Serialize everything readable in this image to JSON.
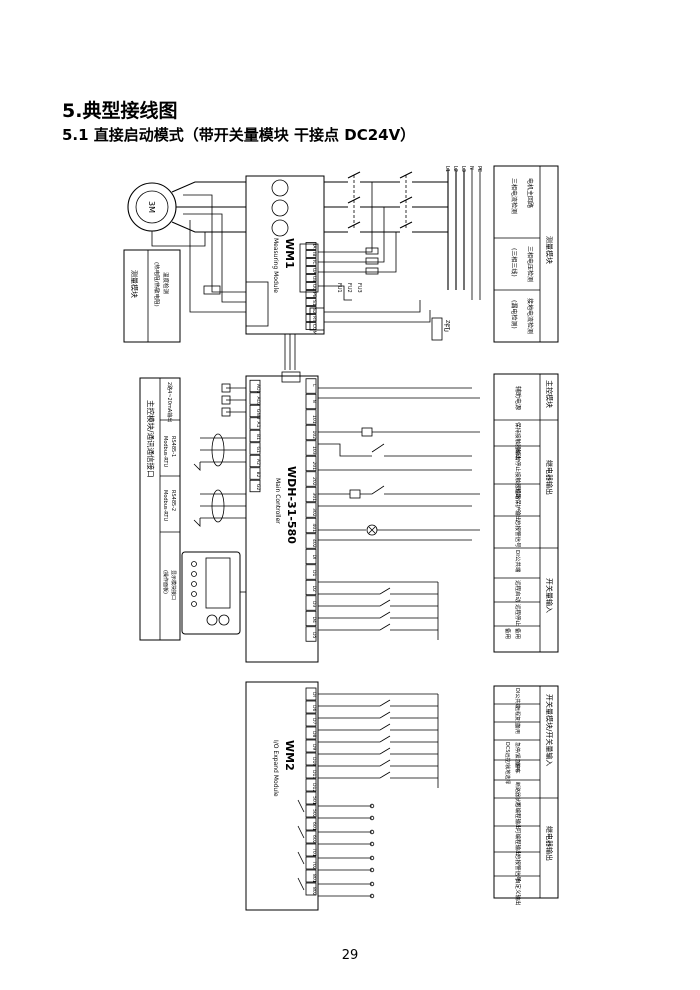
{
  "heading": "5.典型接线图",
  "subheading": "5.1 直接启动模式（带开关量模块 干接点 DC24V）",
  "page_number": "29",
  "modules": {
    "wm1": {
      "name": "WM1",
      "subtitle": "Measuring Module"
    },
    "main": {
      "name": "WDH-31-580",
      "subtitle": "Main Controller"
    },
    "wm2": {
      "name": "WM2",
      "subtitle": "I/O Expand Module"
    }
  },
  "motor": {
    "label": "3M"
  },
  "left_labels": {
    "measure": {
      "title": "测量模块",
      "sub1": "温度检测",
      "sub2": "(热电阻/热敏电阻)"
    },
    "comm": {
      "title": "主控模块/通讯通信接口",
      "a": "2路4~20mA输出",
      "b": "RS485-1",
      "c": "Modbus-RTU",
      "d": "RS485-2",
      "e": "Modbus-RTU"
    },
    "display": {
      "a": "显示模块接口",
      "b": "(操作面板)"
    }
  },
  "right_table_1": {
    "title": "测量模块",
    "rows": [
      "电机主回路",
      "三相电流检测",
      "三相电压检测",
      "(三相三线)",
      "接地电流检测",
      "(漏电检测)"
    ]
  },
  "right_table_2": {
    "title": "主控模块",
    "power": "辅助电源",
    "relay_title": "继电器输出",
    "relay_rows": [
      "保持接触器输出",
      "启动/停止接触器输出",
      "短路保护输出",
      "总报警信号"
    ],
    "di_title": "开关量输入",
    "di_rows": [
      "DI公共端",
      "远程启动",
      "远程停止",
      "备用",
      "备用"
    ]
  },
  "right_table_3": {
    "title": "开关量模块/开关量输入",
    "di_rows": [
      "DI公共端",
      "远程复位",
      "备用",
      "急停/紧急停车",
      "DCS远控/就地选择",
      "备用",
      "断路器状态"
    ],
    "relay_title": "继电器输出",
    "relay_rows": [
      "可编程输出",
      "可编程输出",
      "总报警信号",
      "自定义输出"
    ]
  },
  "wm1_terminals": [
    "IA",
    "IB",
    "IC",
    "UA",
    "UB",
    "UC",
    "PE",
    "S1",
    "S2",
    "RT",
    "COM"
  ],
  "main_terminals_left": [
    "AO1",
    "AO2",
    "GND",
    "A1",
    "B1",
    "G1",
    "A2",
    "B2",
    "G2"
  ],
  "main_terminals_right": [
    "L",
    "N",
    "101",
    "102",
    "103",
    "201",
    "202",
    "301",
    "302",
    "401",
    "402",
    "DI",
    "D1",
    "D2",
    "D3",
    "D4",
    "D5"
  ],
  "wm2_terminals": [
    "DI",
    "D6",
    "D7",
    "D8",
    "D9",
    "D10",
    "D11",
    "D12",
    "501",
    "502",
    "601",
    "602",
    "701",
    "702",
    "801",
    "802"
  ],
  "bus_labels": [
    "L1",
    "L2",
    "L3",
    "N",
    "PE"
  ],
  "fuse_label": "FU"
}
